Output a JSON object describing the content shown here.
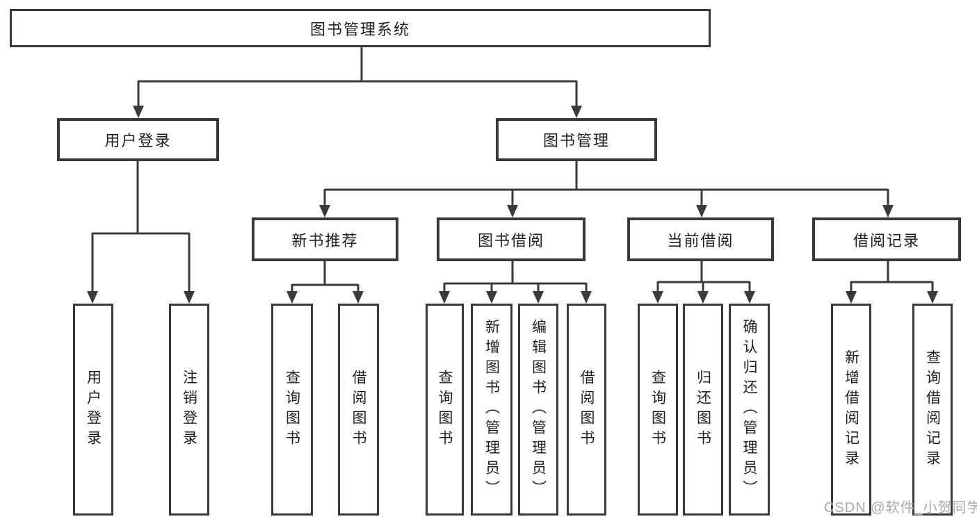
{
  "colors": {
    "line": "#3a3a3a",
    "box-border": "#383838",
    "text": "#1f1f1f",
    "watermark": "#a9a9a9",
    "background": "#ffffff"
  },
  "watermark": {
    "text": "CSDN @软件_小贺同学"
  },
  "tree": {
    "label": "图书管理系统",
    "children": [
      {
        "label": "用户登录",
        "children": [
          {
            "label": "用户登录"
          },
          {
            "label": "注销登录"
          }
        ]
      },
      {
        "label": "图书管理",
        "children": [
          {
            "label": "新书推荐",
            "children": [
              {
                "label": "查询图书"
              },
              {
                "label": "借阅图书"
              }
            ]
          },
          {
            "label": "图书借阅",
            "children": [
              {
                "label": "查询图书"
              },
              {
                "label": "新增图书（管理员）"
              },
              {
                "label": "编辑图书（管理员）"
              },
              {
                "label": "借阅图书"
              }
            ]
          },
          {
            "label": "当前借阅",
            "children": [
              {
                "label": "查询图书"
              },
              {
                "label": "归还图书"
              },
              {
                "label": "确认归还（管理员）"
              }
            ]
          },
          {
            "label": "借阅记录",
            "children": [
              {
                "label": "新增借阅记录"
              },
              {
                "label": "查询借阅记录"
              }
            ]
          }
        ]
      }
    ]
  }
}
